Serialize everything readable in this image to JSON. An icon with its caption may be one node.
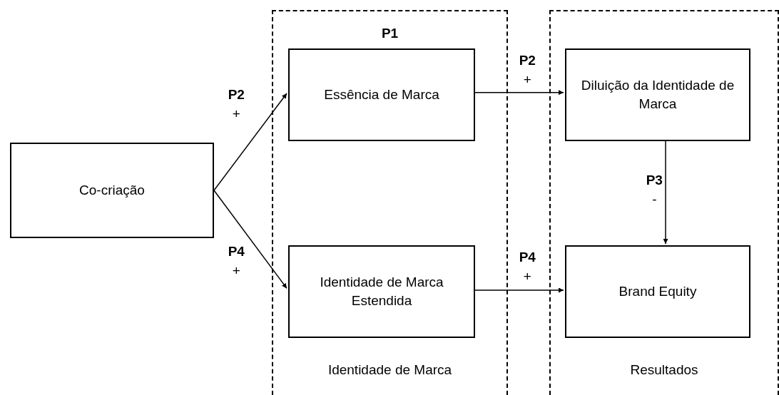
{
  "diagram": {
    "nodes": [
      {
        "text": [
          "P1",
          "Identidade de Marca"
        ]
      },
      {
        "text": [
          "Essência de Marca"
        ],
        "in": 0
      },
      {
        "text": [
          "Identidade de Marca Estendida"
        ],
        "in": 0
      },
      {
        "text": [
          "Resultados"
        ]
      },
      {
        "text": [
          "Diluição da Identidade de Marca"
        ],
        "in": 3
      },
      {
        "text": [
          "Brand Equity"
        ],
        "in": 3
      },
      {
        "text": [
          "Co-criação"
        ]
      }
    ],
    "edges": [
      {
        "from": 6,
        "to": 1,
        "arrow": "to",
        "label": "**P2** +"
      },
      {
        "from": 6,
        "to": 2,
        "arrow": "to",
        "label": "**P4** +"
      },
      {
        "from": 1,
        "to": 4,
        "arrow": "to",
        "label": "**P2** +"
      },
      {
        "from": 2,
        "to": 5,
        "arrow": "to",
        "label": "**P4** +"
      },
      {
        "from": 4,
        "to": 5,
        "arrow": "to",
        "label": "**P3** -"
      }
    ]
  }
}
